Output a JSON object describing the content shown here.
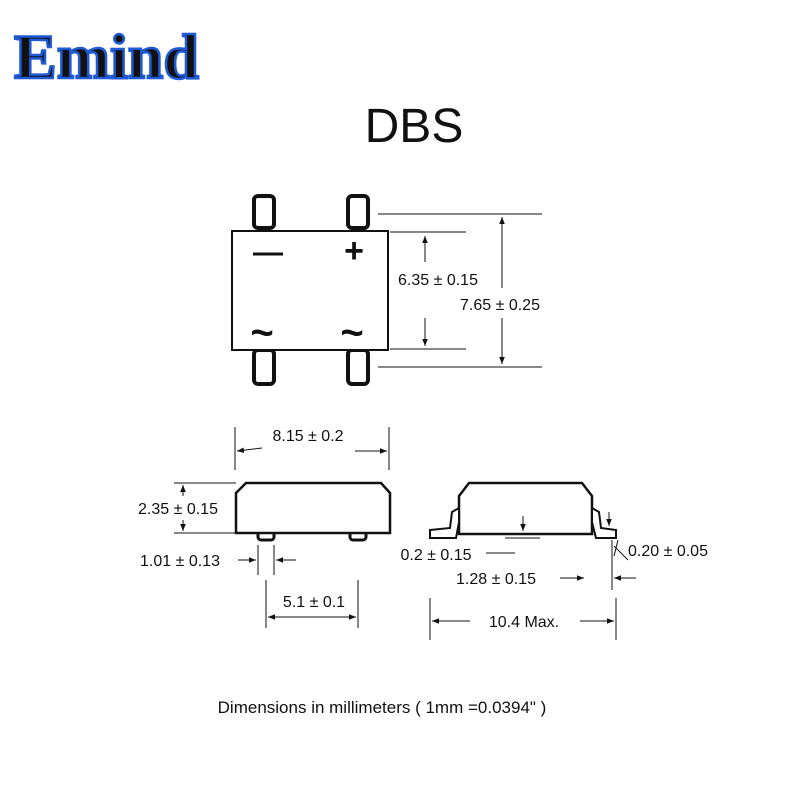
{
  "brand": {
    "logo_text": "Emind",
    "logo_stroke": "#1f5bd6",
    "logo_fill": "#ffffff"
  },
  "title": "DBS",
  "top_view": {
    "minus_symbol": "—",
    "plus_symbol": "+",
    "ac_symbol": "~"
  },
  "dimensions": {
    "inner_height": "6.35 ± 0.15",
    "outer_height": "7.65 ± 0.25",
    "body_length": "8.15 ± 0.2",
    "body_height": "2.35 ± 0.15",
    "lead_width": "1.01 ± 0.13",
    "lead_pitch": "5.1 ±  0.1",
    "standoff": "0.2 ± 0.15",
    "lead_thickness": "0.20 ± 0.05",
    "foot_length": "1.28 ± 0.15",
    "overall_width": "10.4 Max."
  },
  "footnote": "Dimensions in millimeters ( 1mm =0.0394\" )"
}
